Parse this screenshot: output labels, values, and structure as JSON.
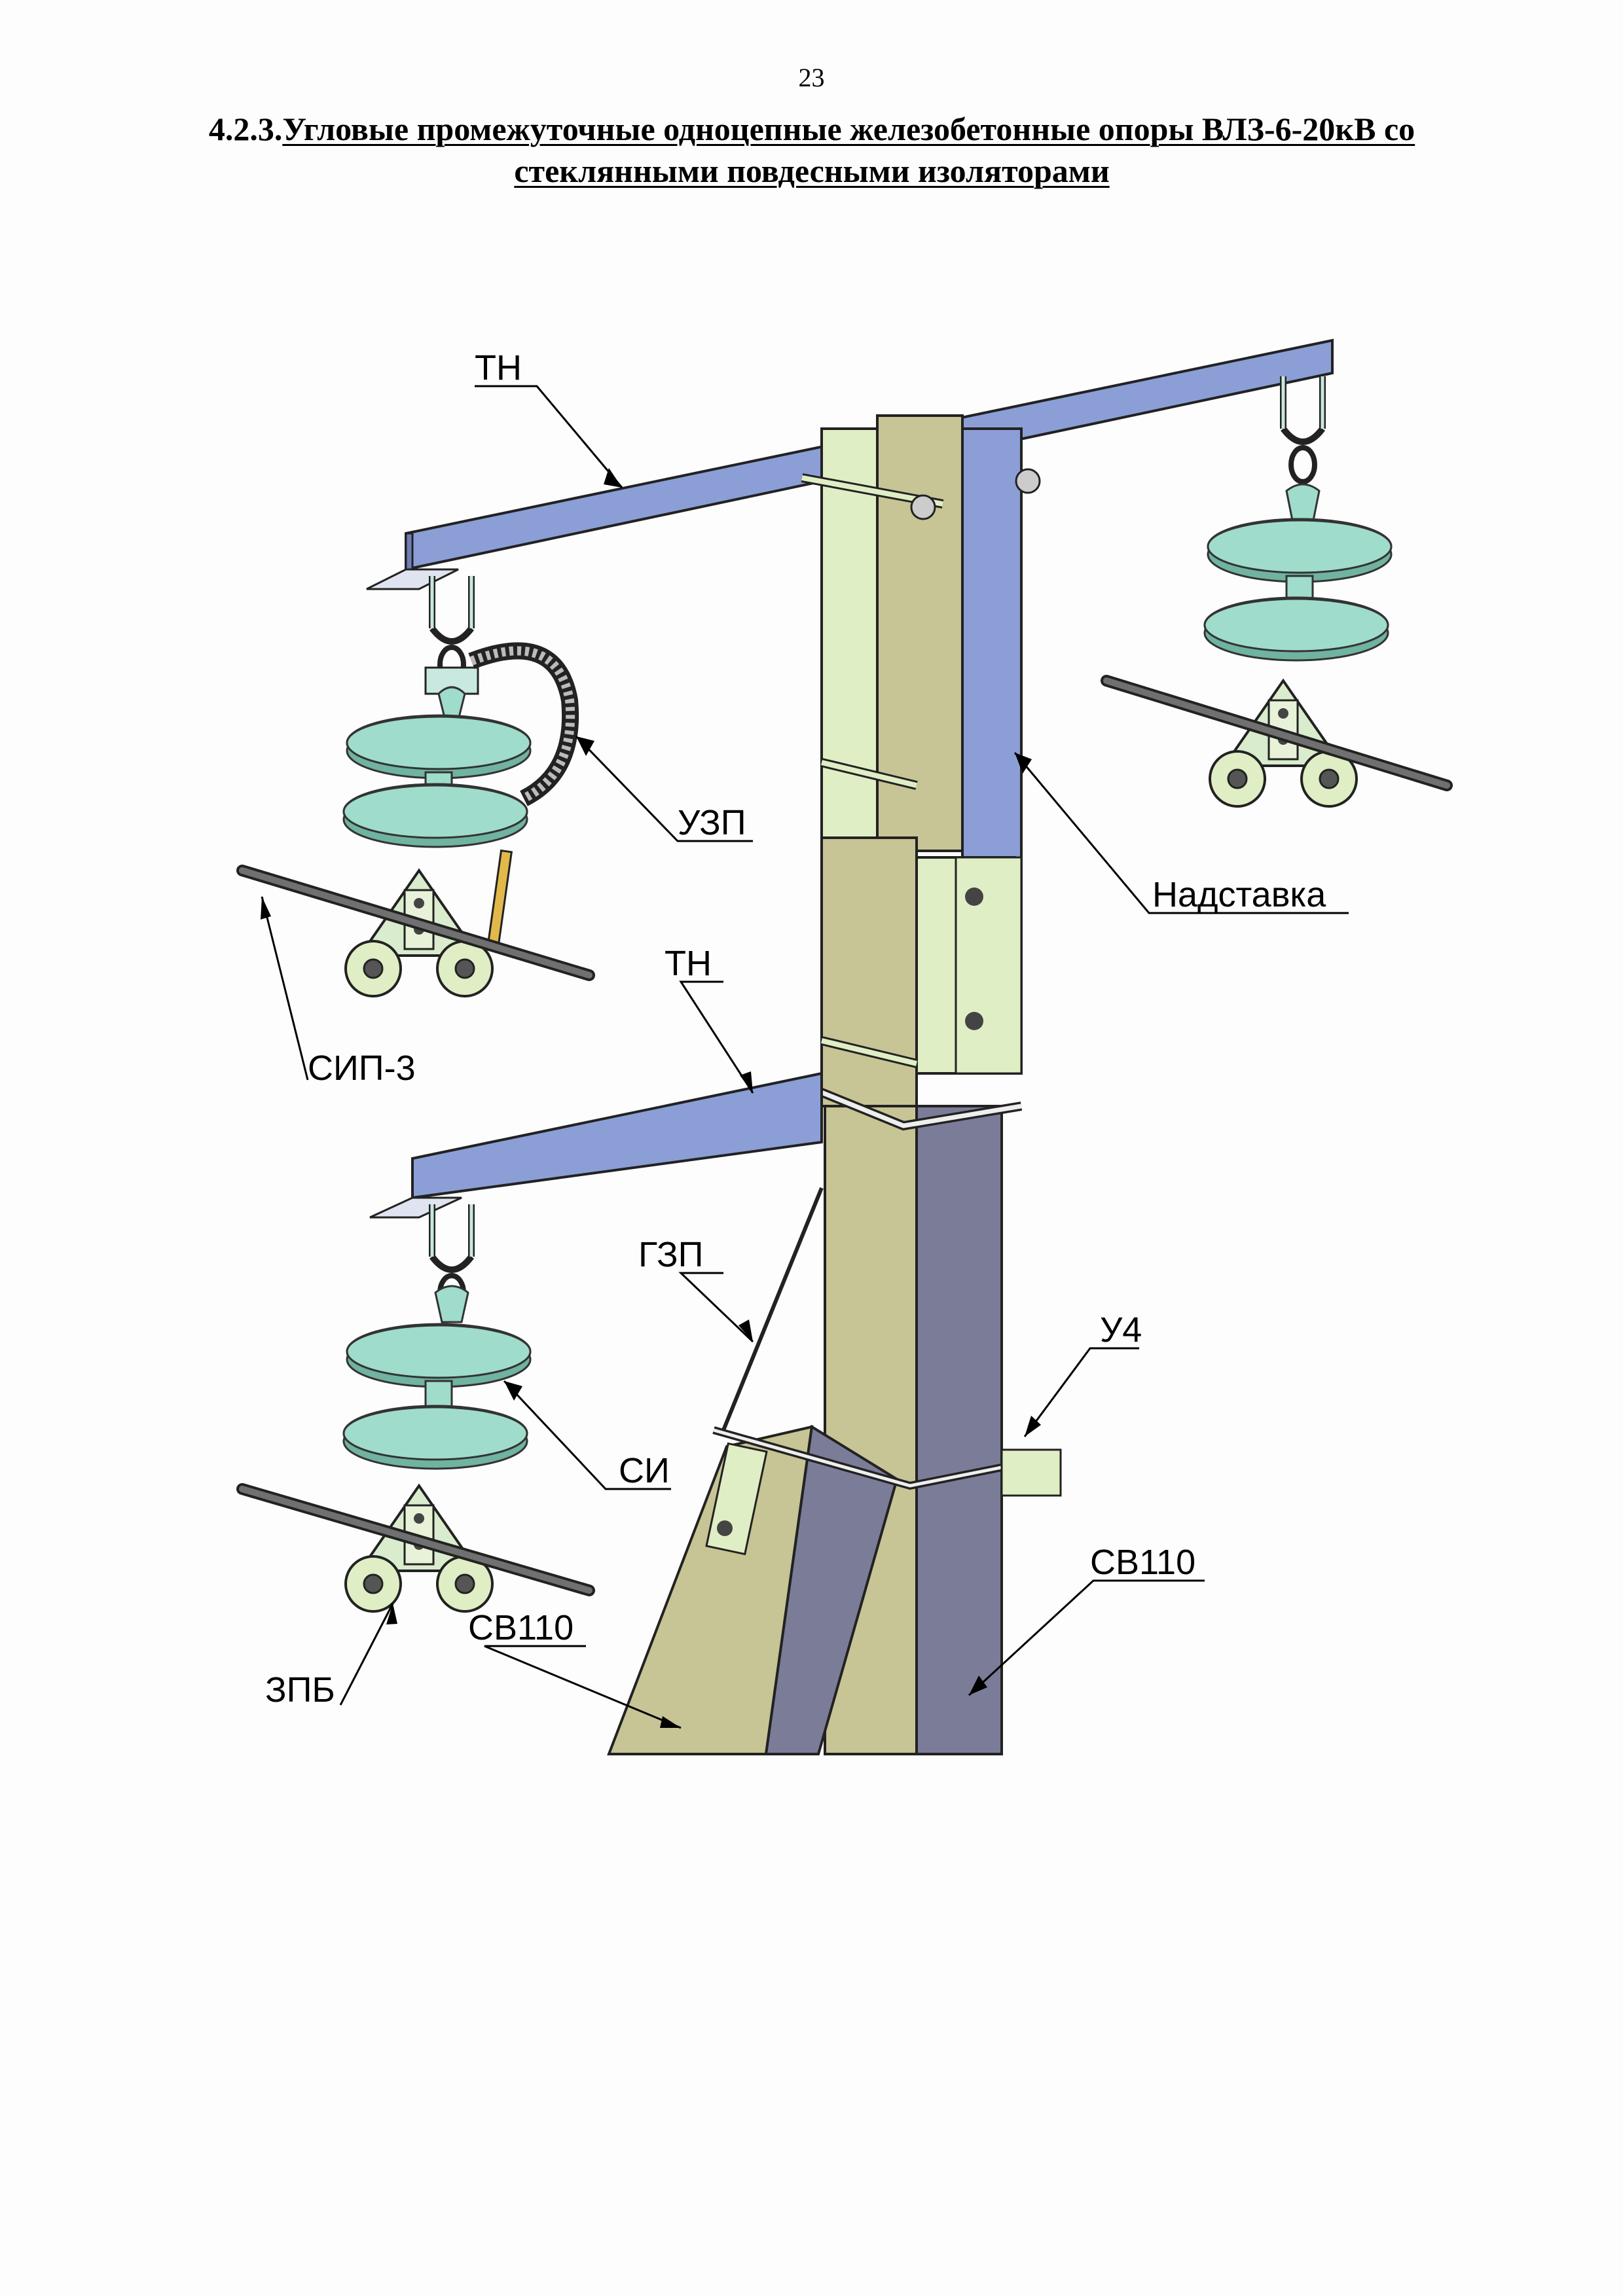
{
  "page": {
    "number": "23",
    "heading_num": "4.2.3.",
    "heading_line1": "Угловые промежуточные одноцепные железобетонные опоры ВЛЗ-6-20кВ со",
    "heading_line2": "стеклянными повдесными изоляторами"
  },
  "figure": {
    "labels": {
      "tn_top": "ТН",
      "uzp": "УЗП",
      "nadstavka": "Надставка",
      "tn_mid": "ТН",
      "sip3": "СИП-3",
      "gzp": "ГЗП",
      "u4": "У4",
      "si": "СИ",
      "sv110_right": "СВ110",
      "sv110_left": "СВ110",
      "zpb": "ЗПБ"
    },
    "colors": {
      "crossarm": "#8b9ed6",
      "crossarm_dark": "#6f80b8",
      "insulator": "#9fdccb",
      "insulator_dark": "#6fb3a0",
      "pole_light": "#c7c495",
      "pole_dark": "#7b7c98",
      "extension": "#dfeec4",
      "wire": "#707070"
    }
  }
}
